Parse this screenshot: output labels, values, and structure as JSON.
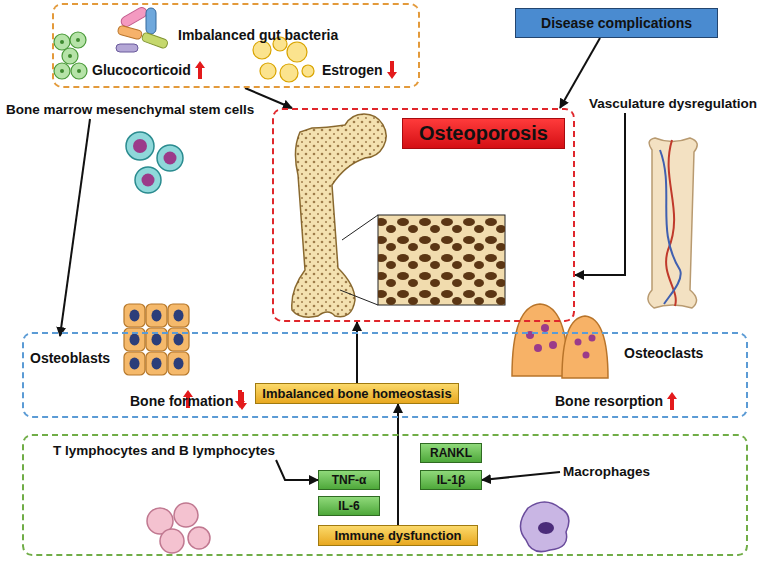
{
  "diagram": {
    "nodes": [
      {
        "text": [
          "Imbalanced gut bacteria",
          "Glucocorticoid",
          "Estrogen"
        ]
      },
      {
        "text": [
          "Disease complications"
        ]
      },
      {
        "text": [
          "Osteoporosis"
        ]
      },
      {
        "text": [
          "Vasculature dysregulation"
        ]
      },
      {
        "text": [
          "Bone marrow mesenchymal stem cells"
        ]
      },
      {
        "text": []
      },
      {
        "text": [
          "Osteoblasts",
          "Bone formation"
        ],
        "in": 5
      },
      {
        "text": [
          "Imbalanced bone homeostasis"
        ],
        "in": 5
      },
      {
        "text": [
          "Osteoclasts",
          "Bone resorption"
        ],
        "in": 5
      },
      {
        "text": []
      },
      {
        "text": [
          "T lymphocytes and B lymphocytes"
        ],
        "in": 9
      },
      {
        "text": [
          "TNF-α"
        ],
        "in": 9
      },
      {
        "text": [
          "IL-6"
        ],
        "in": 9
      },
      {
        "text": [
          "RANKL"
        ],
        "in": 9
      },
      {
        "text": [
          "IL-1β"
        ],
        "in": 9
      },
      {
        "text": [
          "Immune dysfunction"
        ],
        "in": 9
      },
      {
        "text": [
          "Macrophages"
        ],
        "in": 9
      }
    ],
    "edges": [
      {
        "from": 0,
        "to": 2,
        "arrow": "to"
      },
      {
        "from": 1,
        "to": 2,
        "arrow": "to"
      },
      {
        "from": 3,
        "to": 2,
        "arrow": "to"
      },
      {
        "from": 4,
        "to": 6,
        "arrow": "to"
      },
      {
        "from": 7,
        "to": 2,
        "arrow": "to"
      },
      {
        "from": 15,
        "to": 7,
        "arrow": "to"
      },
      {
        "from": 10,
        "to": 11,
        "arrow": "to"
      },
      {
        "from": 16,
        "to": 14,
        "arrow": "to"
      }
    ]
  }
}
